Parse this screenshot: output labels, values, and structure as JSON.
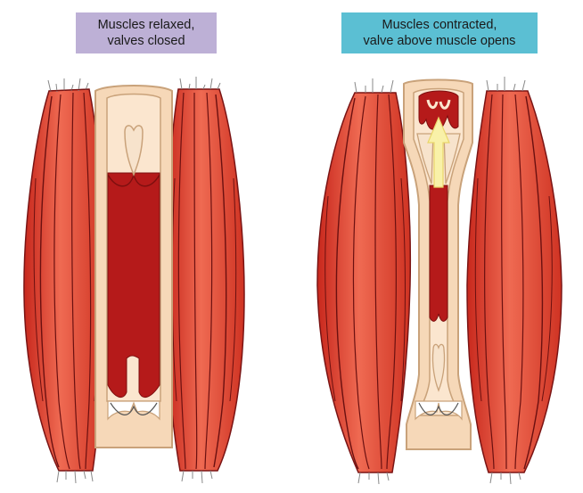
{
  "panels": {
    "left": {
      "label_line1": "Muscles relaxed,",
      "label_line2": "valves closed",
      "label_color": "#bdb0d6"
    },
    "right": {
      "label_line1": "Muscles contracted,",
      "label_line2": "valve above muscle opens",
      "label_color": "#5bbfd3"
    }
  },
  "colors": {
    "muscle_fill": "#e9523f",
    "muscle_dark": "#c22a1f",
    "muscle_line": "#6b1010",
    "vein_wall": "#f6d8b8",
    "vein_wall_stroke": "#c9a27a",
    "blood": "#b51a1a",
    "valve_fill": "#f7e3cc",
    "arrow_fill": "#f9f1a8",
    "arrow_stroke": "#e9d66a"
  },
  "icons": {
    "flow_arrow": "up-arrow-icon"
  }
}
